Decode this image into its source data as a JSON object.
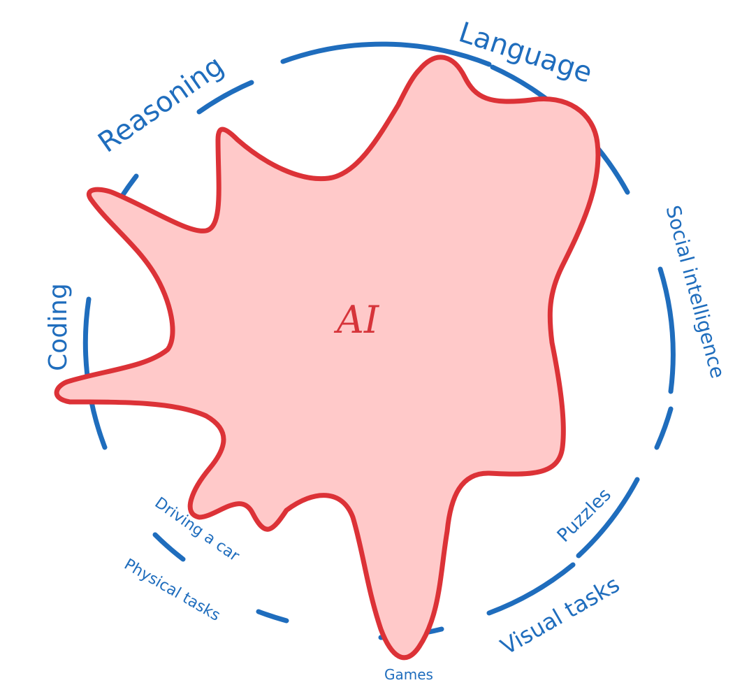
{
  "center": {
    "label": "AI"
  },
  "capabilities": {
    "language": "Language",
    "reasoning": "Reasoning",
    "coding": "Coding",
    "social": "Social intelligence",
    "puzzles": "Puzzles",
    "visual": "Visual tasks",
    "games": "Games",
    "physical": "Physical tasks",
    "driving": "Driving a car"
  },
  "colors": {
    "capability_ring": "#1f6dbd",
    "ai_outline": "#dc3237",
    "ai_fill": "#ffc9c9",
    "text_blue": "#1f6dbd",
    "text_red": "#d6343a"
  }
}
